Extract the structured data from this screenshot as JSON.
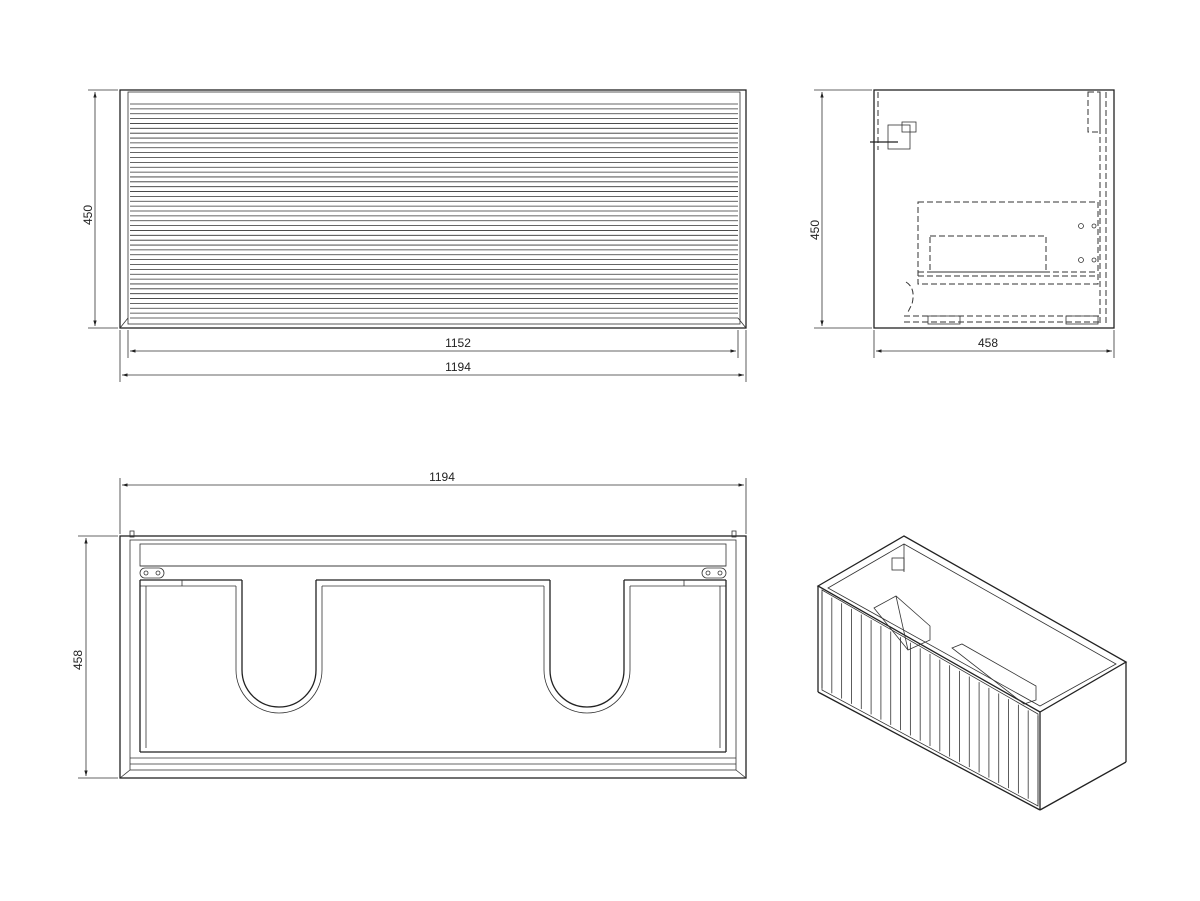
{
  "dimensions": {
    "front_height": "450",
    "front_inner_width": "1152",
    "front_outer_width": "1194",
    "side_height": "450",
    "side_depth": "458",
    "top_width": "1194",
    "top_depth": "458"
  },
  "colors": {
    "line": "#222222",
    "background": "#ffffff"
  }
}
